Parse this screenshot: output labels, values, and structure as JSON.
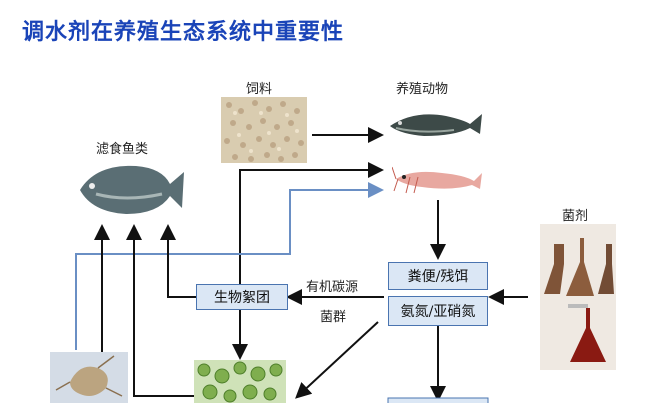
{
  "title": "调水剂在养殖生态系统中重要性",
  "labels": {
    "feed": "饲料",
    "farmed_animals": "养殖动物",
    "filter_fish": "滤食鱼类",
    "bacteria_agent": "菌剂",
    "organic_carbon": "有机碳源",
    "bacteria_group": "菌群"
  },
  "boxes": {
    "bio_floc": "生物絮团",
    "waste": "粪便/残饵",
    "nitrogen": "氨氮/亚硝氮"
  },
  "colors": {
    "title": "#1a44b8",
    "arrow": "#111111",
    "blue_line": "#6a8fc4",
    "box_fill": "#dbe7f5",
    "box_border": "#4a74b0"
  }
}
